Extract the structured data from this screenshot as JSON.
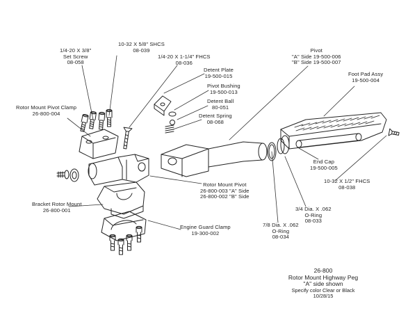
{
  "callouts": {
    "set_screw": {
      "line1": "1/4-20 X 3/8\"",
      "line2": "Set Screw",
      "line3": "08-058"
    },
    "shcs": {
      "line1": "10-32 X 5/8\" SHCS",
      "line2": "08-039"
    },
    "fhcs_long": {
      "line1": "1/4-20 X 1-1/4\" FHCS",
      "line2": "08-036"
    },
    "pivot_clamp": {
      "line1": "Rotor Mount Pivot Clamp",
      "line2": "26-800-004"
    },
    "detent_plate": {
      "line1": "Detent Plate",
      "line2": "19-500-015"
    },
    "pivot_bushing": {
      "line1": "Pivot Bushing",
      "line2": "19-500-013"
    },
    "detent_ball": {
      "line1": "Detent Ball",
      "line2": "80-051"
    },
    "detent_spring": {
      "line1": "Detent Spring",
      "line2": "08-068"
    },
    "pivot": {
      "line1": "Pivot",
      "line2": "\"A\" Side 19-500-006",
      "line3": "\"B\" Side 19-500-007"
    },
    "foot_pad": {
      "line1": "Foot Pad Assy",
      "line2": "19-500-004"
    },
    "end_cap": {
      "line1": "End Cap",
      "line2": "19-500-005"
    },
    "fhcs_short": {
      "line1": "10-32 X 1/2\" FHCS",
      "line2": "08-038"
    },
    "rotor_pivot": {
      "line1": "Rotor Mount Pivot",
      "line2": "26-800-003 \"A\" Side",
      "line3": "26-800-002 \"B\" Side"
    },
    "bracket": {
      "line1": "Bracket Rotor Mount",
      "line2": "26-800-001"
    },
    "guard_clamp": {
      "line1": "Engine Guard Clamp",
      "line2": "19-300-002"
    },
    "oring_large": {
      "line1": "7/8 Dia. X .062",
      "line2": "O-Ring",
      "line3": "08-034"
    },
    "oring_small": {
      "line1": "3/4 Dia. X .062",
      "line2": "O-Ring",
      "line3": "08-033"
    }
  },
  "title_block": {
    "part_number": "26-800",
    "name": "Rotor Mount Highway Peg",
    "side": "\"A\" side shown",
    "color_note": "Specify color Clear or Black",
    "date": "10/28/15"
  }
}
